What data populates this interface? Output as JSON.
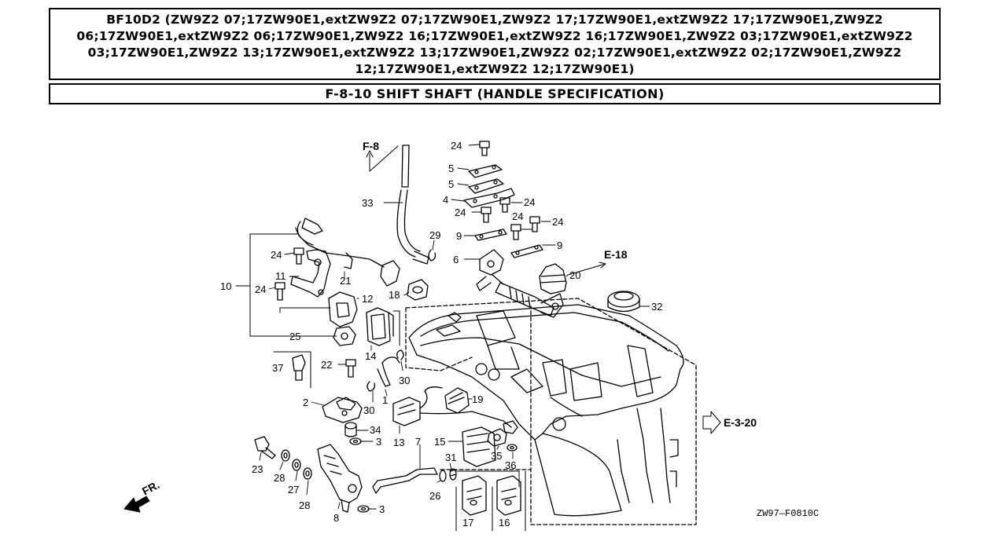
{
  "header": {
    "title": "BF10D2 (ZW9Z2 07;17ZW90E1,extZW9Z2 07;17ZW90E1,ZW9Z2 17;17ZW90E1,extZW9Z2 17;17ZW90E1,ZW9Z2 06;17ZW90E1,extZW9Z2 06;17ZW90E1,ZW9Z2 16;17ZW90E1,extZW9Z2 16;17ZW90E1,ZW9Z2 03;17ZW90E1,extZW9Z2 03;17ZW90E1,ZW9Z2 13;17ZW90E1,extZW9Z2 13;17ZW90E1,ZW9Z2 02;17ZW90E1,extZW9Z2 02;17ZW90E1,ZW9Z2 12;17ZW90E1,extZW9Z2 12;17ZW90E1)",
    "subtitle": "F-8-10 SHIFT SHAFT (HANDLE SPECIFICATION)"
  },
  "diagram": {
    "refs": {
      "f8": "F-8",
      "e18": "E-18",
      "e320": "E-3-20"
    },
    "front_mark": "FR.",
    "figure_code": "ZW97—F0810C",
    "callouts": {
      "c24a": "24",
      "c5a": "5",
      "c5b": "5",
      "c4": "4",
      "c24b": "24",
      "c24c": "24",
      "c24d": "24",
      "c24e": "24",
      "c33": "33",
      "c29": "29",
      "c9a": "9",
      "c9b": "9",
      "c6": "6",
      "c20": "20",
      "c32": "32",
      "c24f": "24",
      "c11": "11",
      "c21": "21",
      "c10": "10",
      "c24g": "24",
      "c12": "12",
      "c18": "18",
      "c25": "25",
      "c14": "14",
      "c37": "37",
      "c22": "22",
      "c30a": "30",
      "c30b": "30",
      "c1": "1",
      "c19": "19",
      "c2": "2",
      "c34": "34",
      "c3a": "3",
      "c7": "7",
      "c15": "15",
      "c35": "35",
      "c36": "36",
      "c31": "31",
      "c13": "13",
      "c23": "23",
      "c28a": "28",
      "c27": "27",
      "c28b": "28",
      "c26": "26",
      "c8": "8",
      "c3b": "3",
      "c17": "17",
      "c16": "16"
    },
    "colors": {
      "ink": "#000000",
      "background": "#ffffff"
    }
  }
}
